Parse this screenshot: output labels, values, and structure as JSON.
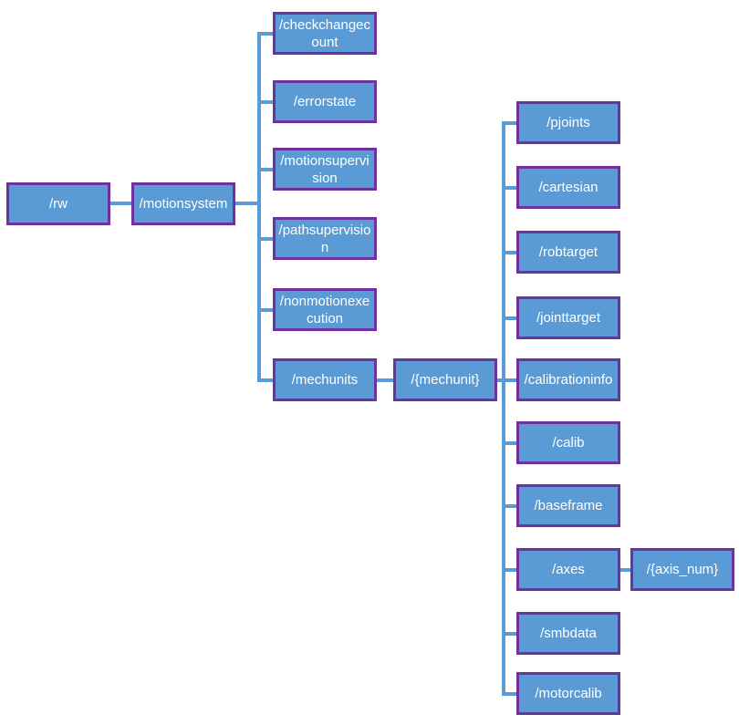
{
  "diagram": {
    "type": "tree",
    "direction": "left-to-right",
    "colors": {
      "background": "#ffffff",
      "node_fill": "#5b9bd5",
      "node_border": "#7030a0",
      "node_text": "#ffffff",
      "connector": "#5b9bd5"
    },
    "nodes": {
      "rw": {
        "label": "/rw"
      },
      "motionsystem": {
        "label": "/motionsystem"
      },
      "checkchangecount": {
        "label": "/checkchangecount"
      },
      "errorstate": {
        "label": "/errorstate"
      },
      "motionsupervision": {
        "label": "/motionsupervision"
      },
      "pathsupervision": {
        "label": "/pathsupervision"
      },
      "nonmotionexecution": {
        "label": "/nonmotionexecution"
      },
      "mechunits": {
        "label": "/mechunits"
      },
      "mechunit": {
        "label": "/{mechunit}"
      },
      "pjoints": {
        "label": "/pjoints"
      },
      "cartesian": {
        "label": "/cartesian"
      },
      "robtarget": {
        "label": "/robtarget"
      },
      "jointtarget": {
        "label": "/jointtarget"
      },
      "calibrationinfo": {
        "label": "/calibrationinfo"
      },
      "calib": {
        "label": "/calib"
      },
      "baseframe": {
        "label": "/baseframe"
      },
      "axes": {
        "label": "/axes"
      },
      "smbdata": {
        "label": "/smbdata"
      },
      "motorcalib": {
        "label": "/motorcalib"
      },
      "axis_num": {
        "label": "/{axis_num}"
      }
    },
    "edges": [
      [
        "/rw",
        "/motionsystem"
      ],
      [
        "/motionsystem",
        "/checkchangecount"
      ],
      [
        "/motionsystem",
        "/errorstate"
      ],
      [
        "/motionsystem",
        "/motionsupervision"
      ],
      [
        "/motionsystem",
        "/pathsupervision"
      ],
      [
        "/motionsystem",
        "/nonmotionexecution"
      ],
      [
        "/motionsystem",
        "/mechunits"
      ],
      [
        "/mechunits",
        "/{mechunit}"
      ],
      [
        "/{mechunit}",
        "/pjoints"
      ],
      [
        "/{mechunit}",
        "/cartesian"
      ],
      [
        "/{mechunit}",
        "/robtarget"
      ],
      [
        "/{mechunit}",
        "/jointtarget"
      ],
      [
        "/{mechunit}",
        "/calibrationinfo"
      ],
      [
        "/{mechunit}",
        "/calib"
      ],
      [
        "/{mechunit}",
        "/baseframe"
      ],
      [
        "/{mechunit}",
        "/axes"
      ],
      [
        "/{mechunit}",
        "/smbdata"
      ],
      [
        "/{mechunit}",
        "/motorcalib"
      ],
      [
        "/axes",
        "/{axis_num}"
      ]
    ]
  }
}
